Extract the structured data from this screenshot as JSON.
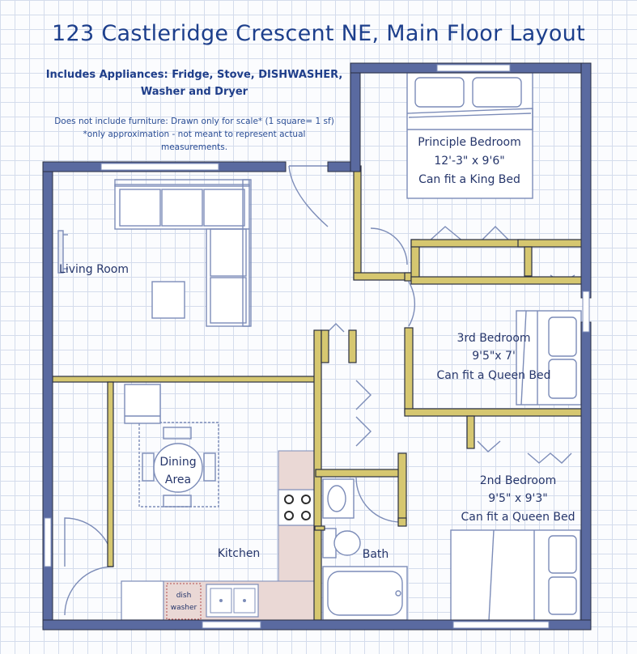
{
  "title": "123 Castleridge Crescent NE, Main Floor Layout",
  "subtitle": {
    "line1": "Includes Appliances: Fridge, Stove, DISHWASHER,",
    "line2": "Washer and Dryer"
  },
  "note": {
    "line1": "Does not include furniture: Drawn only for scale* (1 square= 1 sf)",
    "line2": "*only approximation - not meant to represent actual",
    "line3": "measurements."
  },
  "rooms": {
    "principal_bedroom": {
      "name": "Principle Bedroom",
      "size": "12'-3\" x 9'6\"",
      "note": "Can fit a King Bed"
    },
    "third_bedroom": {
      "name": "3rd Bedroom",
      "size": "9'5\"x 7'",
      "note": "Can fit a Queen Bed"
    },
    "second_bedroom": {
      "name": "2nd Bedroom",
      "size": "9'5\" x 9'3\"",
      "note": "Can fit a Queen Bed"
    },
    "living_room": {
      "name": "Living Room"
    },
    "dining_area": {
      "name_line1": "Dining",
      "name_line2": "Area"
    },
    "kitchen": {
      "name": "Kitchen"
    },
    "bath": {
      "name": "Bath"
    }
  },
  "fixtures": {
    "dishwasher": {
      "line1": "dish",
      "line2": "washer"
    }
  },
  "colors": {
    "exterior_wall": "#5a6aa0",
    "interior_wall": "#d6c770",
    "furniture_line": "#7c8cb8",
    "counter": "#ead8d5",
    "text": "#26366b",
    "title": "#1d3f8c"
  }
}
